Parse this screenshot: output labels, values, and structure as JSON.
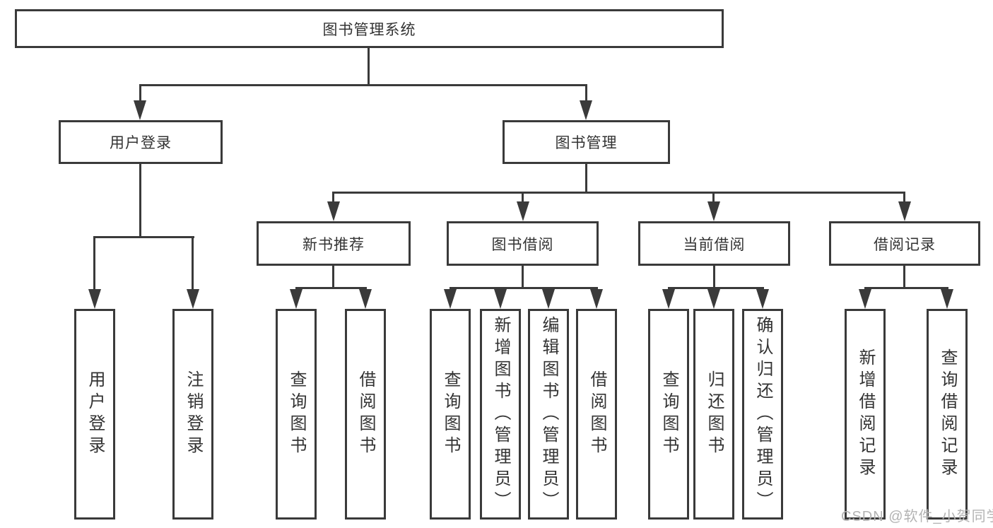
{
  "diagram": {
    "root": {
      "label": "图书管理系统",
      "children": [
        {
          "label": "用户登录",
          "children": [
            {
              "label": "用户登录"
            },
            {
              "label": "注销登录"
            }
          ]
        },
        {
          "label": "图书管理",
          "children": [
            {
              "label": "新书推荐",
              "children": [
                {
                  "label": "查询图书"
                },
                {
                  "label": "借阅图书"
                }
              ]
            },
            {
              "label": "图书借阅",
              "children": [
                {
                  "label": "查询图书"
                },
                {
                  "label": "新增图书（管理员）"
                },
                {
                  "label": "编辑图书（管理员）"
                },
                {
                  "label": "借阅图书"
                }
              ]
            },
            {
              "label": "当前借阅",
              "children": [
                {
                  "label": "查询图书"
                },
                {
                  "label": "归还图书"
                },
                {
                  "label": "确认归还（管理员）"
                }
              ]
            },
            {
              "label": "借阅记录",
              "children": [
                {
                  "label": "新增借阅记录"
                },
                {
                  "label": "查询借阅记录"
                }
              ]
            }
          ]
        }
      ]
    }
  },
  "watermark": {
    "text": "CSDN @软件_小贺同学"
  },
  "colors": {
    "line": "#3a3a3a",
    "text": "#333333",
    "watermark": "#b3b3b3",
    "bg": "#ffffff"
  }
}
